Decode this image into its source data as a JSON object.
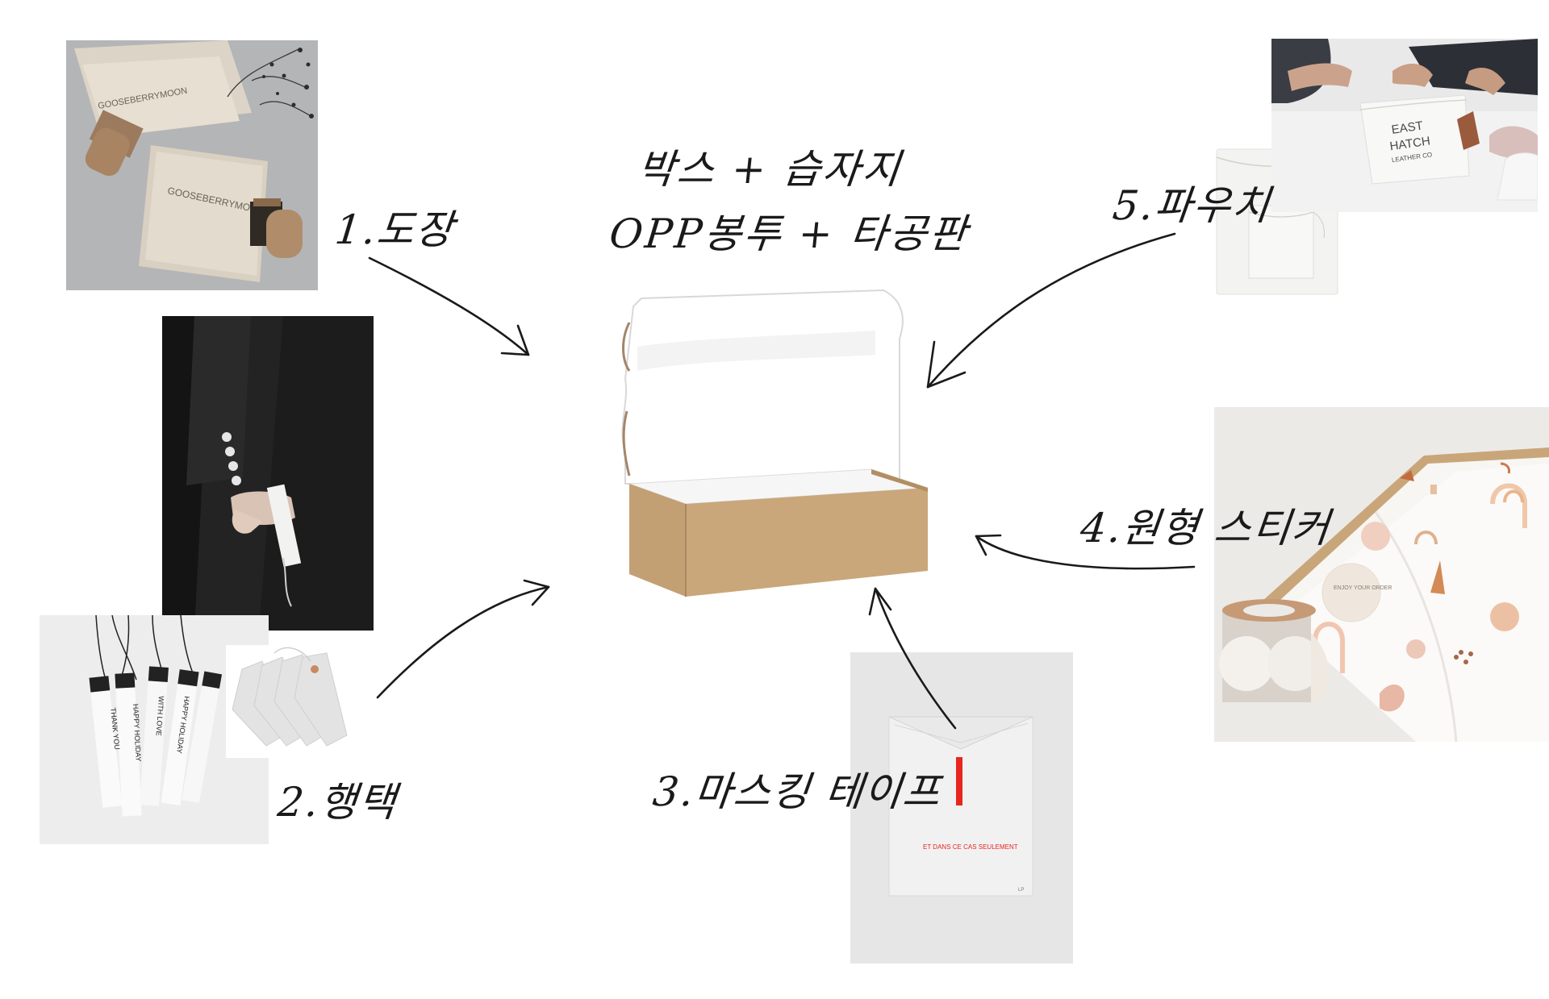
{
  "title": {
    "line1": "박스 + 습자지",
    "line2": "OPP봉투 + 타공판"
  },
  "labels": {
    "wrapping": "1.도장",
    "hangtag": "2.행택",
    "masking_tape": "3.마스킹 테이프",
    "round_sticker": "4.원형 스티커",
    "pouch": "5.파우치"
  },
  "photo_text": {
    "brand_1": "GOOSEBERRYMOON",
    "brand_2": "GOOSEBERRYMOON",
    "tag_thank_you": "THANK YOU",
    "tag_happy_holiday": "HAPPY HOLIDAY",
    "tag_with_love": "WITH LOVE",
    "tag_happy_holiday_2": "HAPPY HOLIDAY",
    "pouch_brand_1": "EAST",
    "pouch_brand_2": "HATCH",
    "pouch_brand_3": "LEATHER CO",
    "sticker_text": "ENJOY YOUR ORDER",
    "envelope_text": "ET DANS CE CAS SEULEMENT",
    "envelope_corner": "LP"
  },
  "colors": {
    "ink": "#1a1a1a",
    "kraft": "#c9a57a",
    "tape_red": "#e8261f"
  }
}
